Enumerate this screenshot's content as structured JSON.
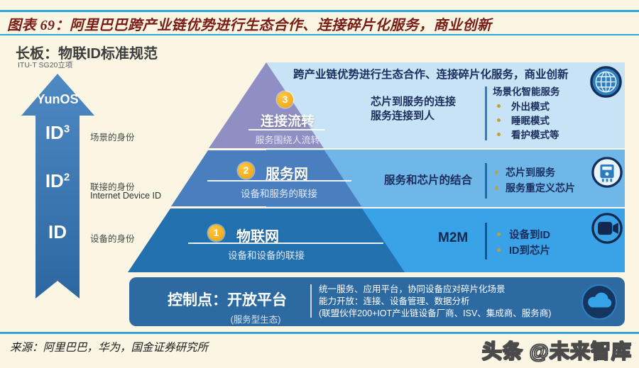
{
  "figure": {
    "title": "图表 69：阿里巴巴跨产业链优势进行生态合作、连接碎片化服务，商业创新",
    "source": "来源：阿里巴巴，华为，国金证券研究所",
    "watermark": "头条 @未来智库"
  },
  "left_panel": {
    "heading": "长板：物联ID标准规范",
    "subheading": "ITU-T SG20立项",
    "arrow_top_label": "YunOS",
    "id_levels": [
      {
        "base": "ID",
        "sup": "3",
        "side_label": "场景的身份",
        "side_label_en": ""
      },
      {
        "base": "ID",
        "sup": "2",
        "side_label": "联接的身份",
        "side_label_en": "Internet Device ID"
      },
      {
        "base": "ID",
        "sup": "",
        "side_label": "设备的身份",
        "side_label_en": ""
      }
    ]
  },
  "pyramid": {
    "levels": [
      {
        "num": "3",
        "title": "连接流转",
        "subtitle": "服务围绕人流转"
      },
      {
        "num": "2",
        "title": "服务网",
        "subtitle": "设备和服务的联接"
      },
      {
        "num": "1",
        "title": "物联网",
        "subtitle": "设备和设备的联接"
      }
    ]
  },
  "right_panel": {
    "header": "跨产业链优势进行生态合作、连接碎片化服务，商业创新",
    "rows": [
      {
        "icon": "globe-icon",
        "left_line1": "芯片到服务的连接",
        "left_line2": "服务连接到人",
        "right_title": "场景化智能服务",
        "bullets": [
          "外出模式",
          "睡眠模式",
          "看护模式等"
        ]
      },
      {
        "icon": "chip-icon",
        "left": "服务和芯片的结合",
        "bullets": [
          "芯片到服务",
          "服务重定义芯片"
        ]
      },
      {
        "icon": "camera-icon",
        "left": "M2M",
        "bullets": [
          "设备到ID",
          "ID到芯片"
        ]
      }
    ]
  },
  "platform_bar": {
    "icon": "cloud-icon",
    "title": "控制点：开放平台",
    "subtitle": "(服务型生态)",
    "lines": [
      "统一服务、应用平台，协同设备应对碎片化场景",
      "能力开放：连接、设备管理、数据分析",
      "(联盟伙伴200+IOT产业链设备厂商、ISV、集成商、服务商)"
    ]
  },
  "colors": {
    "background": "#fbf5e3",
    "accent_rule": "#2ca5da",
    "title_text": "#7a1c14",
    "pyramid_level1": "#8f8fc4",
    "pyramid_level2": "#4a7fbf",
    "pyramid_level3": "#2271ae",
    "band1": "#c7e3f5",
    "band2": "#6fb7e9",
    "band3": "#3aa3e7",
    "platform_bar": "#2d6aa2",
    "arrow_blue": "#2f6ba6",
    "badge_gold": "#eea10b",
    "navy_text": "#1b2d5c"
  }
}
